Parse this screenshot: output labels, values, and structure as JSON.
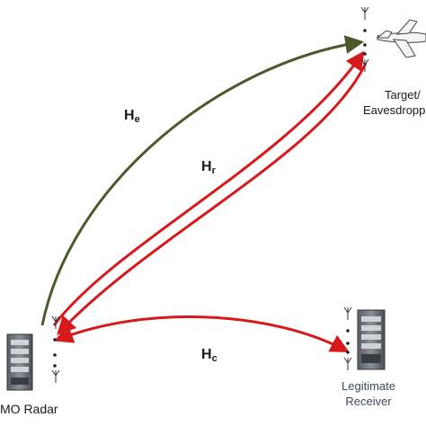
{
  "nodes": {
    "radar": {
      "label": "MIMO Radar",
      "visible_text": "MO Radar"
    },
    "target": {
      "label_line1": "Target/",
      "label_line2": "Eavesdropp"
    },
    "receiver": {
      "label_line1": "Legitimate",
      "label_line2": "Receiver"
    }
  },
  "channels": {
    "he": {
      "main": "H",
      "sub": "e",
      "color": "#4b5a2a"
    },
    "hr": {
      "main": "H",
      "sub": "r",
      "color": "#d7191c"
    },
    "hc": {
      "main": "H",
      "sub": "c",
      "color": "#d7191c"
    }
  },
  "colors": {
    "arrow_red": "#d7191c",
    "arrow_green": "#4b5a2a"
  }
}
